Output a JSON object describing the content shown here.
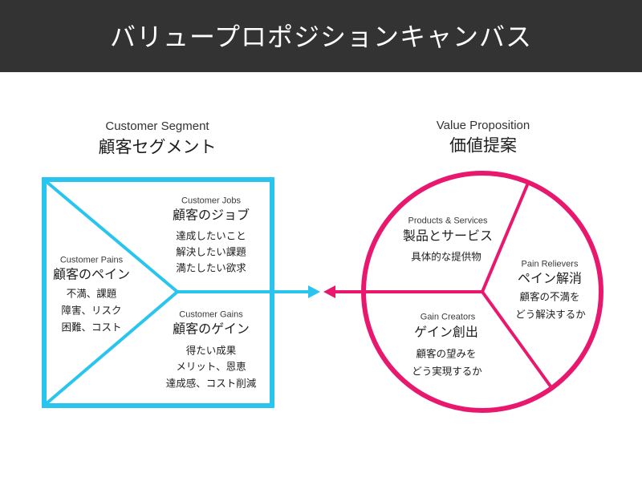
{
  "header": {
    "title": "バリュープロポジションキャンバス"
  },
  "customer_segment": {
    "label_en": "Customer Segment",
    "label_ja": "顧客セグメント",
    "jobs": {
      "label_en": "Customer Jobs",
      "label_ja": "顧客のジョブ",
      "items": [
        "達成したいこと",
        "解決したい課題",
        "満たしたい欲求"
      ]
    },
    "pains": {
      "label_en": "Customer Pains",
      "label_ja": "顧客のペイン",
      "items": [
        "不満、課題",
        "障害、リスク",
        "困難、コスト"
      ]
    },
    "gains": {
      "label_en": "Customer Gains",
      "label_ja": "顧客のゲイン",
      "items": [
        "得たい成果",
        "メリット、恩恵",
        "達成感、コスト削減"
      ]
    }
  },
  "value_proposition": {
    "label_en": "Value Proposition",
    "label_ja": "価値提案",
    "products_services": {
      "label_en": "Products & Services",
      "label_ja": "製品とサービス",
      "items": [
        "具体的な提供物"
      ]
    },
    "pain_relievers": {
      "label_en": "Pain Relievers",
      "label_ja": "ペイン解消",
      "items": [
        "顧客の不満を",
        "どう解決するか"
      ]
    },
    "gain_creators": {
      "label_en": "Gain Creators",
      "label_ja": "ゲイン創出",
      "items": [
        "顧客の望みを",
        "どう実現するか"
      ]
    }
  },
  "colors": {
    "header_bg": "#333333",
    "customer_segment": "#29c5ee",
    "value_proposition": "#e8186e"
  }
}
